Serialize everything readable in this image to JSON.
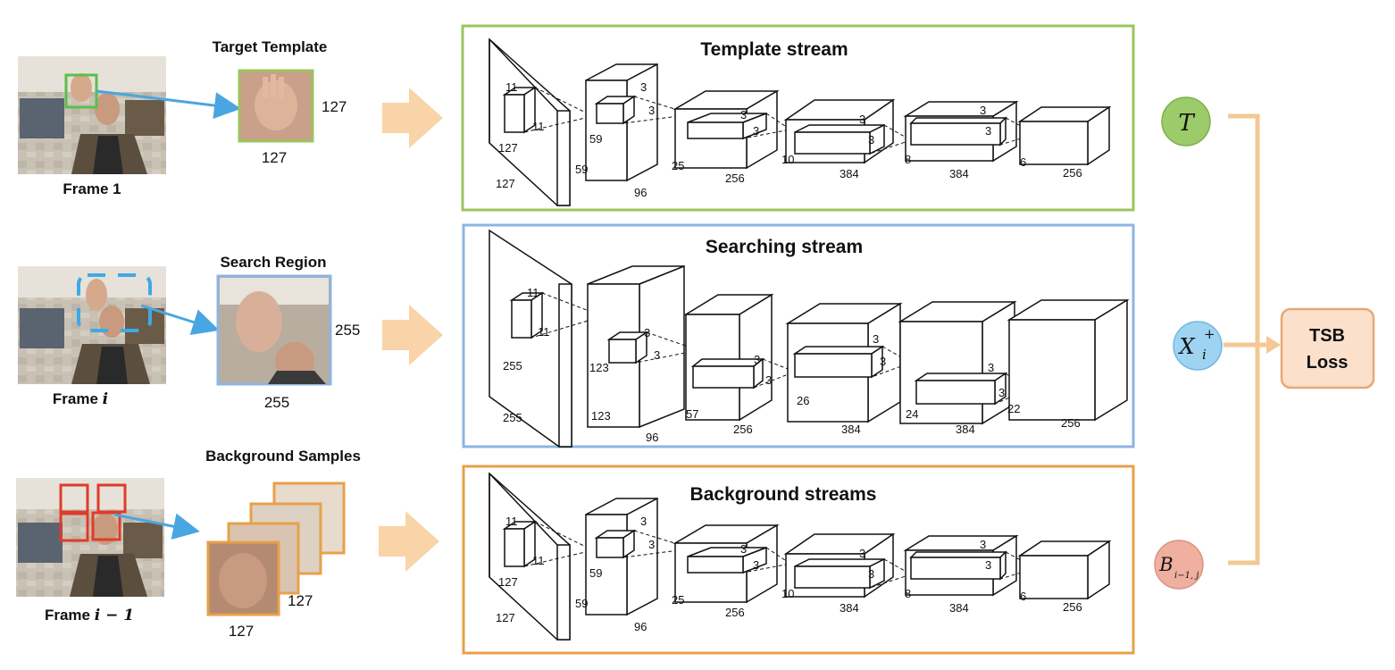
{
  "colors": {
    "template": "#9bc55c",
    "search": "#8eb4e3",
    "background": "#e8a04a",
    "arrow": "#f8d4a8",
    "link": "#4aa6e0",
    "node_T": "#9ccb6a",
    "node_X": "#9fd3f2",
    "node_B": "#f0b0a0",
    "loss_fill": "#fbe0cc",
    "loss_stroke": "#e6a874"
  },
  "inputs": {
    "frame1": {
      "label": "Frame 1",
      "crop_title": "Target Template",
      "w": "127",
      "h": "127"
    },
    "frame_i": {
      "label_prefix": "Frame ",
      "label_var": "i",
      "crop_title": "Search Region",
      "w": "255",
      "h": "255"
    },
    "frame_i1": {
      "label_prefix": "Frame ",
      "label_var": "i − 1",
      "crop_title": "Background Samples",
      "w": "127",
      "h": "127"
    }
  },
  "streams": {
    "template": {
      "title": "Template stream",
      "input": [
        "127",
        "127"
      ],
      "kernel1": [
        "11",
        "11"
      ],
      "l1": [
        "59",
        "96"
      ],
      "kernel2": [
        "3",
        "3"
      ],
      "l2": [
        "25",
        "256"
      ],
      "kernel3": [
        "3",
        "3"
      ],
      "l3": [
        "10",
        "384"
      ],
      "kernel4": [
        "3",
        "3"
      ],
      "l4": [
        "8",
        "384"
      ],
      "kernel5": [
        "3",
        "3"
      ],
      "l5": [
        "6",
        "256"
      ]
    },
    "search": {
      "title": "Searching stream",
      "input": [
        "255",
        "255"
      ],
      "kernel1": [
        "11",
        "11"
      ],
      "l1": [
        "123",
        "96"
      ],
      "kernel2": [
        "3",
        "3"
      ],
      "l2": [
        "57",
        "256"
      ],
      "kernel3": [
        "3",
        "3"
      ],
      "l3": [
        "26",
        "384"
      ],
      "kernel4": [
        "3",
        "3"
      ],
      "l4": [
        "24",
        "384"
      ],
      "kernel5": [
        "3",
        "3"
      ],
      "l5": [
        "22",
        "256"
      ]
    },
    "background": {
      "title": "Background streams",
      "input": [
        "127",
        "127"
      ],
      "kernel1": [
        "11",
        "11"
      ],
      "l1": [
        "59",
        "96"
      ],
      "kernel2": [
        "3",
        "3"
      ],
      "l2": [
        "25",
        "256"
      ],
      "kernel3": [
        "3",
        "3"
      ],
      "l3": [
        "10",
        "384"
      ],
      "kernel4": [
        "3",
        "3"
      ],
      "l4": [
        "8",
        "384"
      ],
      "kernel5": [
        "3",
        "3"
      ],
      "l5": [
        "6",
        "256"
      ]
    }
  },
  "outputs": {
    "T": "T",
    "X_base": "X",
    "X_sub": "i",
    "X_sup": "+",
    "B_base": "B",
    "B_sub": "i−1, j"
  },
  "loss": {
    "line1": "TSB",
    "line2": "Loss"
  }
}
